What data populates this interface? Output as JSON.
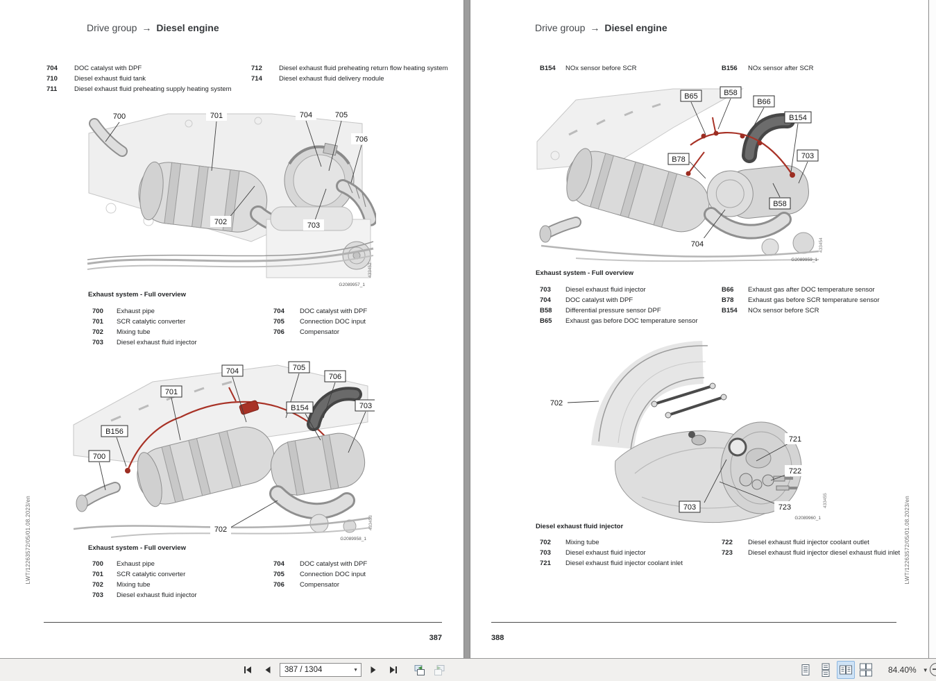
{
  "viewer": {
    "toolbar": {
      "page_input": "387 / 1304",
      "zoom_value": "84.40%",
      "icons": {
        "first_page": "first-page-icon",
        "prev_page": "previous-page-icon",
        "next_page": "next-page-icon",
        "last_page": "last-page-icon",
        "prev_view": "previous-view-icon",
        "next_view": "next-view-icon",
        "single_page": "single-page-layout-icon",
        "continuous": "continuous-layout-icon",
        "facing": "facing-pages-layout-icon",
        "facing_continuous": "facing-continuous-layout-icon",
        "zoom_menu": "zoom-dropdown-icon",
        "zoom_out": "zoom-out-icon"
      },
      "selected_layout": "facing"
    },
    "colors": {
      "highlight_red": "#a83226",
      "selected_layout_bg": "#cfe3f6",
      "toolbar_bg": "#f1f0ee",
      "page_divider": "#9d9d9d"
    }
  },
  "left_page": {
    "header": {
      "group": "Drive group",
      "arrow": "→",
      "title": "Diesel engine"
    },
    "top_legend": {
      "col1": [
        {
          "num": "704",
          "label": "DOC catalyst with DPF"
        },
        {
          "num": "710",
          "label": "Diesel exhaust fluid tank"
        },
        {
          "num": "711",
          "label": "Diesel exhaust fluid preheating supply heating system"
        }
      ],
      "col2": [
        {
          "num": "712",
          "label": "Diesel exhaust fluid preheating return flow heating system"
        },
        {
          "num": "714",
          "label": "Diesel exhaust fluid delivery module"
        }
      ]
    },
    "figure1": {
      "caption": "Exhaust system - Full overview",
      "fig_id": "G2089957_1",
      "ref": "433452",
      "callouts": [
        "700",
        "701",
        "704",
        "705",
        "706",
        "702",
        "703"
      ]
    },
    "overview_legend": {
      "col1": [
        {
          "num": "700",
          "label": "Exhaust pipe"
        },
        {
          "num": "701",
          "label": "SCR catalytic converter"
        },
        {
          "num": "702",
          "label": "Mixing tube"
        },
        {
          "num": "703",
          "label": "Diesel exhaust fluid injector"
        }
      ],
      "col2": [
        {
          "num": "704",
          "label": "DOC catalyst with DPF"
        },
        {
          "num": "705",
          "label": "Connection DOC input"
        },
        {
          "num": "706",
          "label": "Compensator"
        }
      ]
    },
    "figure2": {
      "caption": "Exhaust system - Full overview",
      "fig_id": "G2089958_1",
      "ref": "433453",
      "callouts": [
        "704",
        "705",
        "706",
        "B154",
        "703",
        "701",
        "B156",
        "700",
        "702"
      ]
    },
    "page_number": "387",
    "side_text": "LWT/12263572/05/01.08.2023/en"
  },
  "right_page": {
    "header": {
      "group": "Drive group",
      "arrow": "→",
      "title": "Diesel engine"
    },
    "top_legend": {
      "col1": [
        {
          "num": "B154",
          "label": "NOx sensor before SCR"
        }
      ],
      "col2": [
        {
          "num": "B156",
          "label": "NOx sensor after SCR"
        }
      ]
    },
    "figure3": {
      "caption": "Exhaust system - Full overview",
      "fig_id": "G2089959_1",
      "ref": "433454",
      "callouts": [
        "B65",
        "B58",
        "B66",
        "B154",
        "B78",
        "703",
        "B58",
        "704"
      ]
    },
    "legend3": {
      "col1": [
        {
          "num": "703",
          "label": "Diesel exhaust fluid injector"
        },
        {
          "num": "704",
          "label": "DOC catalyst with DPF"
        },
        {
          "num": "B58",
          "label": "Differential pressure sensor DPF"
        },
        {
          "num": "B65",
          "label": "Exhaust gas before DOC temperature sensor"
        }
      ],
      "col2": [
        {
          "num": "B66",
          "label": "Exhaust gas after DOC temperature sensor"
        },
        {
          "num": "B78",
          "label": "Exhaust gas before SCR temperature sensor"
        },
        {
          "num": "B154",
          "label": "NOx sensor before SCR"
        }
      ]
    },
    "figure4": {
      "caption": "Diesel exhaust fluid injector",
      "fig_id": "G2089960_1",
      "ref": "433455",
      "callouts": [
        "702",
        "721",
        "722",
        "723",
        "703"
      ]
    },
    "legend4": {
      "col1": [
        {
          "num": "702",
          "label": "Mixing tube"
        },
        {
          "num": "703",
          "label": "Diesel exhaust fluid injector"
        },
        {
          "num": "721",
          "label": "Diesel exhaust fluid injector coolant inlet"
        }
      ],
      "col2": [
        {
          "num": "722",
          "label": "Diesel exhaust fluid injector coolant outlet"
        },
        {
          "num": "723",
          "label": "Diesel exhaust fluid injector diesel exhaust fluid inlet"
        }
      ]
    },
    "page_number": "388",
    "side_text": "LWT/12263572/05/01.08.2023/en"
  }
}
